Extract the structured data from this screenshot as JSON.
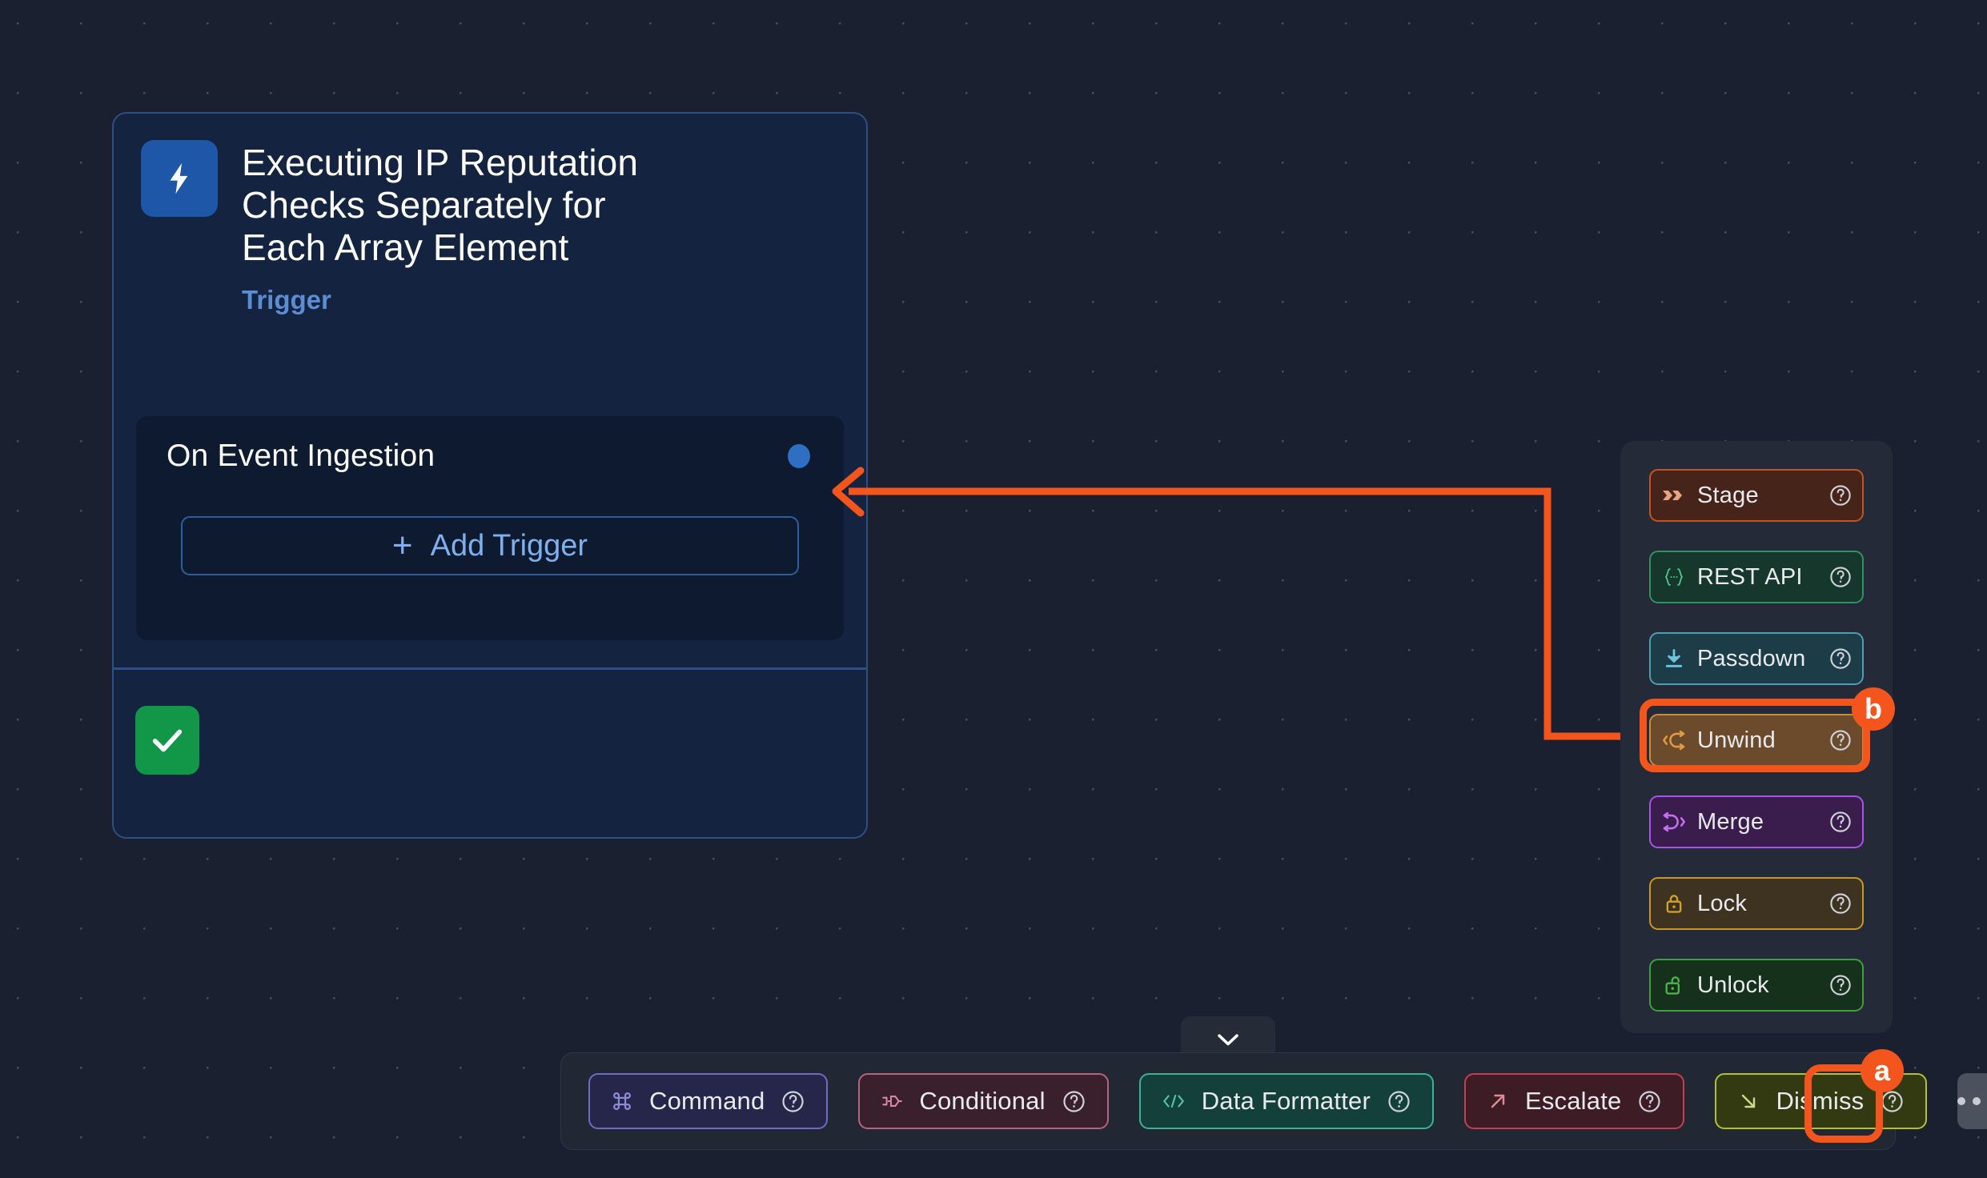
{
  "canvas": {
    "background_color": "#1b2030",
    "grid": "dot-grid"
  },
  "trigger_card": {
    "icon": "lightning-bolt-icon",
    "title": "Executing IP Reputation Checks Separately for Each Array Element",
    "subtitle": "Trigger",
    "accent_color": "#1e56a8",
    "border_color": "#2c5082",
    "inner": {
      "title": "On Event Ingestion",
      "port": "output-port-dot",
      "add_trigger_label": "Add Trigger",
      "add_trigger_plus": "+"
    },
    "status": {
      "icon": "check-icon",
      "color": "#129748"
    }
  },
  "connector": {
    "color": "#f4551d",
    "from": "unwind-action",
    "to": "on-event-ingestion-port"
  },
  "action_panel": {
    "background_color": "#252a38",
    "help_icon": "question-mark-circle-icon",
    "items": [
      {
        "label": "Stage",
        "icon": "double-chevron-right-icon",
        "bg": "#472419",
        "border": "#c2551f",
        "icon_color": "#e8a382"
      },
      {
        "label": "REST API",
        "icon": "curly-braces-icon",
        "bg": "#16372b",
        "border": "#2f9263",
        "icon_color": "#4fc78f"
      },
      {
        "label": "Passdown",
        "icon": "download-arrow-icon",
        "bg": "#1c3c48",
        "border": "#4f9cb3",
        "icon_color": "#6cc4dd"
      },
      {
        "label": "Unwind",
        "icon": "unwind-split-arrow-icon",
        "bg": "#6b4b2c",
        "border": "#c98a3c",
        "icon_color": "#e09a42"
      },
      {
        "label": "Merge",
        "icon": "merge-arrow-icon",
        "bg": "#3a1d4d",
        "border": "#a855e6",
        "icon_color": "#c56ef0"
      },
      {
        "label": "Lock",
        "icon": "lock-closed-icon",
        "bg": "#3e3320",
        "border": "#c79824",
        "icon_color": "#d5a12b"
      },
      {
        "label": "Unlock",
        "icon": "lock-open-icon",
        "bg": "#15301b",
        "border": "#3f9e3f",
        "icon_color": "#4fb44f"
      }
    ],
    "highlight": {
      "target": "Unwind",
      "badge": "b",
      "badge_color": "#f4551d"
    }
  },
  "toolbar": {
    "collapse_tab_icon": "chevron-down-icon",
    "background_color": "#222734",
    "help_icon": "question-mark-circle-icon",
    "items": [
      {
        "label": "Command",
        "icon": "command-key-icon",
        "bg": "#26254a",
        "border": "#6f6bc2",
        "icon_color": "#8e8ad8"
      },
      {
        "label": "Conditional",
        "icon": "conditional-io-icon",
        "bg": "#3a1f2c",
        "border": "#b3647f",
        "icon_color": "#d489a4"
      },
      {
        "label": "Data Formatter",
        "icon": "code-brackets-icon",
        "bg": "#14403c",
        "border": "#3cb294",
        "icon_color": "#52c4a6"
      },
      {
        "label": "Escalate",
        "icon": "arrow-up-right-icon",
        "bg": "#3d1c25",
        "border": "#c2404f",
        "icon_color": "#e08a96"
      },
      {
        "label": "Dismiss",
        "icon": "arrow-down-right-icon",
        "bg": "#333a12",
        "border": "#b0c22c",
        "icon_color": "#cbd98a"
      }
    ],
    "more_button": {
      "icon": "ellipsis-icon",
      "badge": "a",
      "badge_color": "#f4551d"
    }
  }
}
